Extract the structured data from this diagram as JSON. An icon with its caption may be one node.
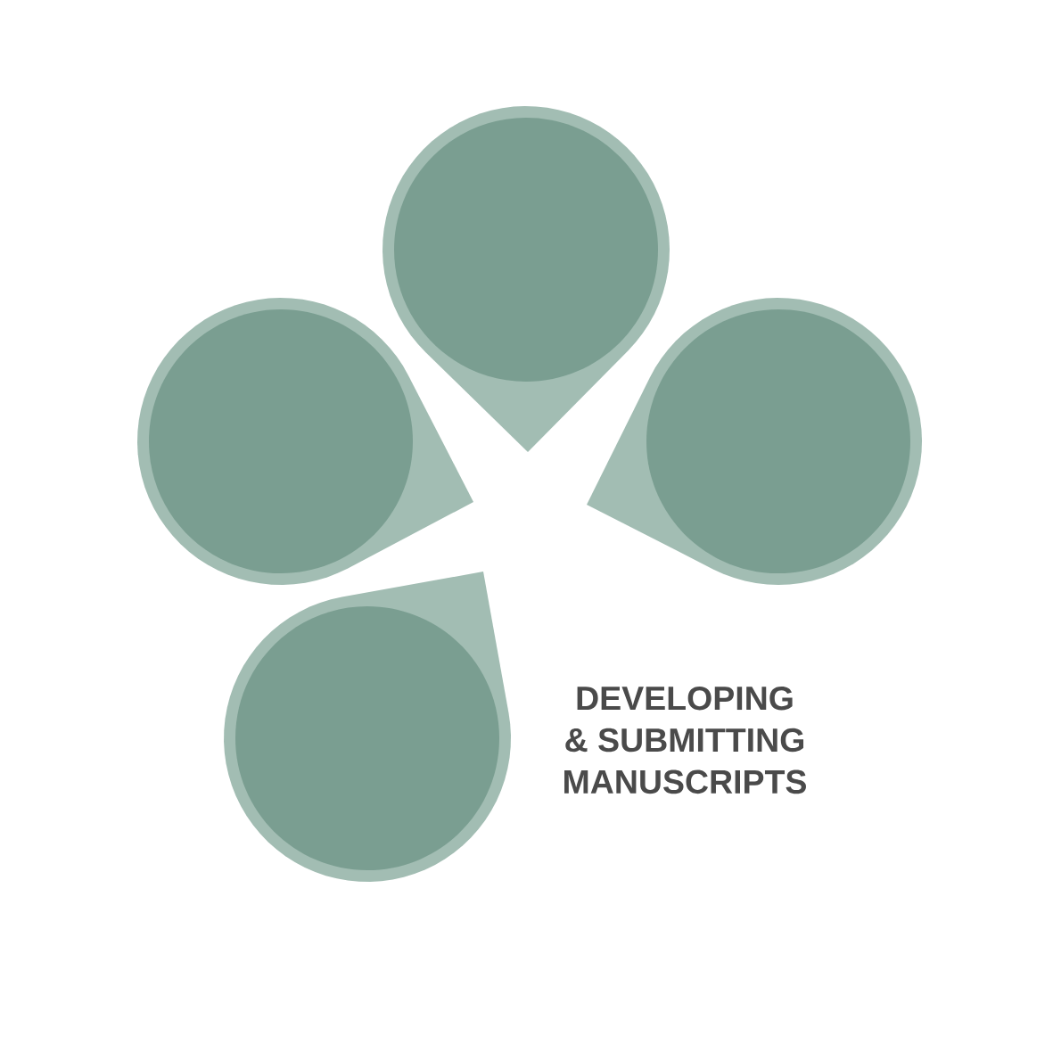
{
  "diagram": {
    "nodes": [
      {
        "text": [],
        "shape": "circle"
      },
      {
        "text": [],
        "shape": "circle"
      },
      {
        "text": [],
        "shape": "circle"
      },
      {
        "text": [],
        "shape": "circle"
      }
    ],
    "labels": [
      "DEVELOPING & SUBMITTING MANUSCRIPTS"
    ]
  }
}
